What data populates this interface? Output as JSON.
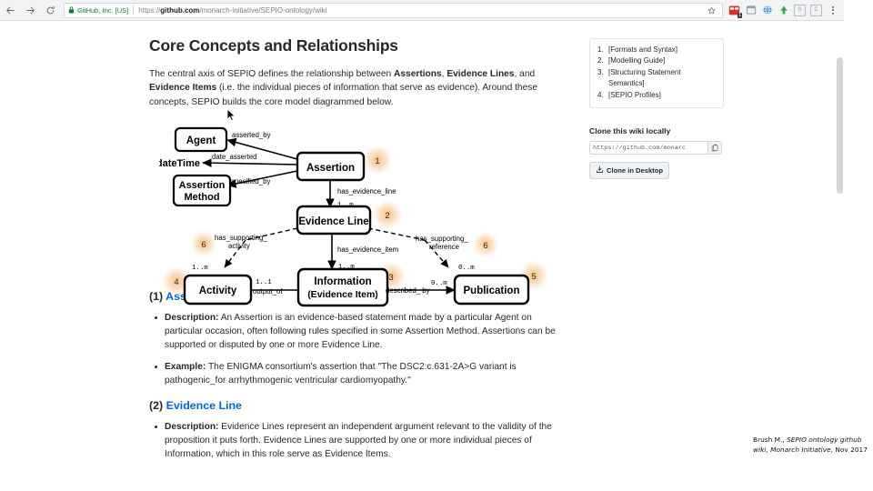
{
  "browser": {
    "back_icon": "back-arrow-icon",
    "forward_icon": "forward-arrow-icon",
    "reload_icon": "reload-icon",
    "ev_certificate_label": "GitHub, Inc. [US]",
    "url_prefix": "https://",
    "url_bold": "github.com",
    "url_suffix": "/monarch-initiative/SEPIO-ontology/wiki",
    "star_icon": "bookmark-star-icon",
    "extensions": [
      {
        "name": "extension-red-icon",
        "badge": "1"
      },
      {
        "name": "extension-window-icon",
        "badge": ""
      },
      {
        "name": "extension-globe-icon",
        "badge": ""
      },
      {
        "name": "extension-green-arrow-icon",
        "badge": ""
      },
      {
        "name": "extension-s-icon",
        "badge": "S"
      },
      {
        "name": "extension-c-icon",
        "badge": "C"
      }
    ],
    "menu_icon": "kebab-menu-icon"
  },
  "page": {
    "title": "Core Concepts and Relationships",
    "intro": {
      "t1": "The central axis of SEPIO defines the relationship between ",
      "b1": "Assertions",
      "t2": ", ",
      "b2": "Evidence Lines",
      "t3": ", and ",
      "b3": "Evidence Items",
      "t4": " (i.e. the individual pieces of information that serve as evidence). Around these concepts, SEPIO builds the core model diagrammed below."
    },
    "sections": [
      {
        "number": "(1) ",
        "name": "Assertion",
        "bullets": [
          {
            "label": "Description:",
            "text": " An Assertion is an evidence-based statement made by a particular Agent on particular occasion, often following rules specified in some Assertion Method. Assertions can be supported or disputed by one or more Evidence Line."
          },
          {
            "label": "Example:",
            "text": " The ENIGMA consortium's assertion that \"The DSC2:c.631-2A>G variant is pathogenic_for arrhythmogenic ventricular cardiomyopathy.\""
          }
        ]
      },
      {
        "number": "(2) ",
        "name": "Evidence Line",
        "bullets": [
          {
            "label": "Description:",
            "text": " Evidence Lines represent an independent argument relevant to the validity of the proposition it puts forth. Evidence Lines are supported by one or more individual pieces of Information, which in this role serve as Evidence Items."
          }
        ]
      }
    ]
  },
  "sidebar": {
    "toc": [
      {
        "num": "1.",
        "label": "[Formats and Syntax]"
      },
      {
        "num": "2.",
        "label": "[Modelling Guide]"
      },
      {
        "num": "3.",
        "label": "[Structuring Statement Semantics]"
      },
      {
        "num": "4.",
        "label": "[SEPIO Profiles]"
      }
    ],
    "clone": {
      "title": "Clone this wiki locally",
      "url_value": "https://github.com/monarc",
      "copy_icon": "clipboard-copy-icon",
      "desktop_button_label": "Clone in Desktop",
      "desktop_button_icon": "download-desktop-icon"
    }
  },
  "diagram": {
    "nodes": [
      {
        "id": "agent",
        "label": "Agent",
        "badge": ""
      },
      {
        "id": "xsd-datetime",
        "label": "xsd:dateTime",
        "badge": ""
      },
      {
        "id": "assertion-method",
        "label": "Assertion Method",
        "line1": "Assertion",
        "line2": "Method",
        "badge": ""
      },
      {
        "id": "assertion",
        "label": "Assertion",
        "badge": "1"
      },
      {
        "id": "evidence-line",
        "label": "Evidence Line",
        "badge": "2"
      },
      {
        "id": "activity",
        "label": "Activity",
        "badge": "4"
      },
      {
        "id": "information",
        "label": "Information (Evidence Item)",
        "line1": "Information",
        "line2": "(Evidence Item)",
        "badge": "3"
      },
      {
        "id": "publication",
        "label": "Publication",
        "badge": "5"
      }
    ],
    "edges": [
      {
        "label": "asserted_by",
        "cardinality": ""
      },
      {
        "label": "date_asserted",
        "cardinality": ""
      },
      {
        "label": "specified_by",
        "cardinality": ""
      },
      {
        "label": "has_evidence_line",
        "cardinality": "1..m"
      },
      {
        "label": "has_evidence_item",
        "cardinality": "1..m"
      },
      {
        "label": "has_supporting_ activity",
        "cardinality": "1..m",
        "badge": "6"
      },
      {
        "label": "has_supporting_ reference",
        "cardinality": "0..m",
        "badge": "6"
      },
      {
        "label": "output_of",
        "cardinality": "1..1"
      },
      {
        "label": "described_ by",
        "cardinality": "0..m"
      }
    ],
    "labels": {
      "asserted_by": "asserted_by",
      "date_asserted": "date_asserted",
      "specified_by": "specified_by",
      "has_evidence_line": "has_evidence_line",
      "has_evidence_item": "has_evidence_item",
      "has_supporting_activity_l1": "has_supporting_",
      "has_supporting_activity_l2": "activity",
      "has_supporting_reference_l1": "has_supporting_",
      "has_supporting_reference_l2": "reference",
      "output_of": "output_of",
      "described_by": "described_ by",
      "card_1m_a": "1..m",
      "card_1m_b": "1..m",
      "card_1m_c": "1..m",
      "card_0m_a": "0..m",
      "card_0m_b": "0..m",
      "card_11": "1..1",
      "badge1": "1",
      "badge2": "2",
      "badge3": "3",
      "badge4": "4",
      "badge5": "5",
      "badge6a": "6",
      "badge6b": "6",
      "agent": "Agent",
      "xsd": "xsd:dateTime",
      "amethod1": "Assertion",
      "amethod2": "Method",
      "assertion": "Assertion",
      "evline": "Evidence Line",
      "activity": "Activity",
      "info1": "Information",
      "info2": "(Evidence Item)",
      "publication": "Publication"
    }
  },
  "attribution": {
    "author": "Brush M., ",
    "work_l1": "SEPIO ontology",
    "work_l2": "github wiki, Monarch",
    "work_l3": "Initiative",
    "date": ", Nov 2017"
  },
  "colors": {
    "link_blue": "#0366d6",
    "badge_orange": "#f6b26b",
    "ev_green": "#0b7a3b",
    "text": "#24292e"
  }
}
